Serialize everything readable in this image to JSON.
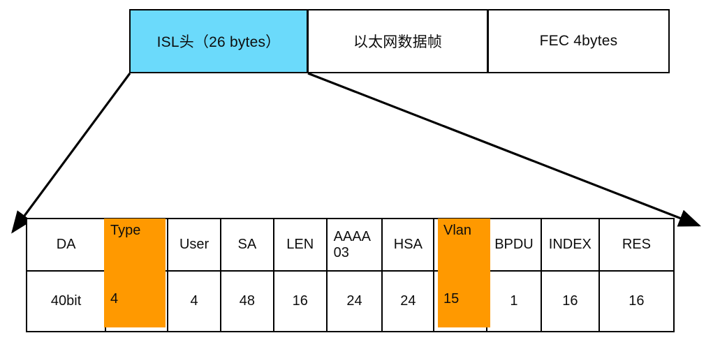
{
  "colors": {
    "isl_header_fill": "#6BDAFB",
    "highlight_fill": "#FF9900",
    "border": "#000000",
    "background": "#FFFFFF",
    "text": "#0D0D0D"
  },
  "frame": {
    "segments": [
      {
        "id": "isl-header",
        "label": "ISL头（26 bytes）",
        "fill": "#6BDAFB"
      },
      {
        "id": "ethernet-frame",
        "label": "以太网数据帧",
        "fill": "#FFFFFF"
      },
      {
        "id": "fec",
        "label": "FEC 4bytes",
        "fill": "#FFFFFF"
      }
    ]
  },
  "connectors": [
    {
      "id": "left-expand-arrow",
      "from": "isl-header-bottom-left",
      "to": "detail-table-left"
    },
    {
      "id": "right-expand-arrow",
      "from": "isl-header-bottom-right",
      "to": "detail-table-right"
    }
  ],
  "detail_table": {
    "fields": [
      {
        "name": "DA",
        "bits": "40bit",
        "highlighted": false
      },
      {
        "name": "Type",
        "bits": "4",
        "highlighted": true
      },
      {
        "name": "User",
        "bits": "4",
        "highlighted": false
      },
      {
        "name": "SA",
        "bits": "48",
        "highlighted": false
      },
      {
        "name": "LEN",
        "bits": "16",
        "highlighted": false
      },
      {
        "name": "AAAA\n03",
        "bits": "24",
        "highlighted": false
      },
      {
        "name": "HSA",
        "bits": "24",
        "highlighted": false
      },
      {
        "name": "Vlan",
        "bits": "15",
        "highlighted": true
      },
      {
        "name": "BPDU",
        "bits": "1",
        "highlighted": false
      },
      {
        "name": "INDEX",
        "bits": "16",
        "highlighted": false
      },
      {
        "name": "RES",
        "bits": "16",
        "highlighted": false
      }
    ],
    "cells": {
      "da_name": "DA",
      "type_name": "Type",
      "user_name": "User",
      "sa_name": "SA",
      "len_name": "LEN",
      "aaaa_name_line1": "AAAA",
      "aaaa_name_line2": "03",
      "hsa_name": "HSA",
      "vlan_name": "Vlan",
      "bpdu_name": "BPDU",
      "index_name": "INDEX",
      "res_name": "RES",
      "da_bits": "40bit",
      "type_bits": "4",
      "user_bits": "4",
      "sa_bits": "48",
      "len_bits": "16",
      "aaaa_bits": "24",
      "hsa_bits": "24",
      "vlan_bits": "15",
      "bpdu_bits": "1",
      "index_bits": "16",
      "res_bits": "16"
    }
  }
}
